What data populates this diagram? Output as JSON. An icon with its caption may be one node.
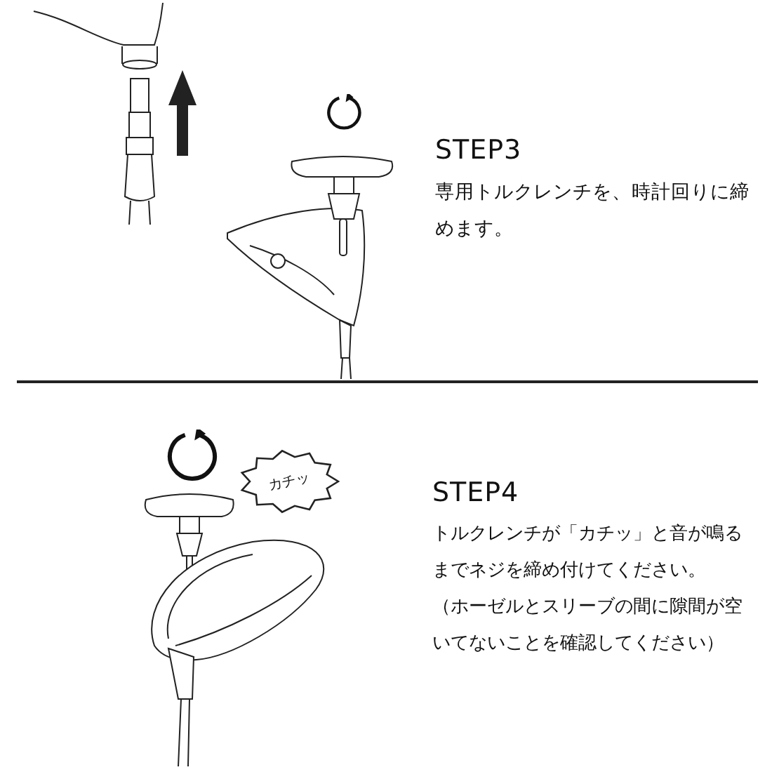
{
  "diagram": {
    "nodes": [
      {
        "text": [
          "カチッ"
        ]
      }
    ],
    "labels": [
      "STEP3",
      "専用トルクレンチを、時計回りに締めます。",
      "STEP4",
      "トルクレンチが「カチッ」と音が鳴るまでネジを締め付けてください。",
      "（ホーゼルとスリーブの間に隙間が空いてないことを確認してください）"
    ]
  }
}
